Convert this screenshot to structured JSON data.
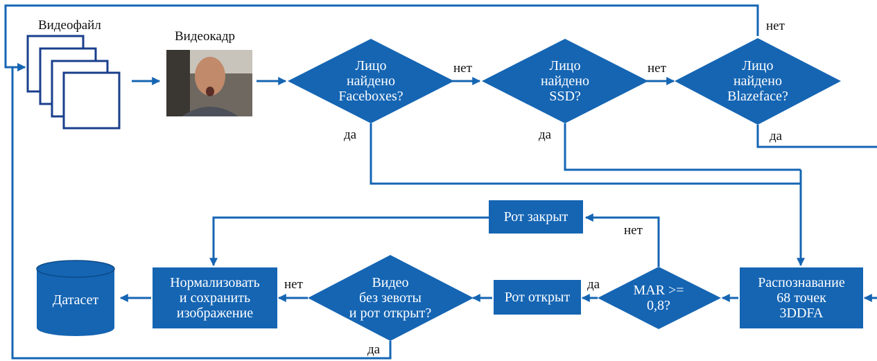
{
  "colors": {
    "accent": "#1565b3",
    "frame": "#1a3f8c",
    "text": "#111111"
  },
  "inputs": {
    "videofile_label": "Видеофайл",
    "videoframe_label": "Видеокадр"
  },
  "decisions": {
    "faceboxes": [
      "Лицо",
      "найдено",
      "Faceboxes?"
    ],
    "ssd": [
      "Лицо",
      "найдено",
      "SSD?"
    ],
    "blazeface": [
      "Лицо",
      "найдено",
      "Blazeface?"
    ],
    "mar": [
      "MAR >=",
      "0,8?"
    ],
    "video_check": [
      "Видео",
      "без зевоты",
      "и рот открыт?"
    ]
  },
  "processes": {
    "landmarks": [
      "Распознавание",
      "68 точек",
      "3DDFA"
    ],
    "mouth_open": "Рот открыт",
    "mouth_closed": "Рот закрыт",
    "normalize": [
      "Нормализовать",
      "и сохранить",
      "изображение"
    ],
    "dataset": "Датасет"
  },
  "edge_labels": {
    "no_faceboxes": "нет",
    "no_ssd": "нет",
    "no_blazeface": "нет",
    "yes_faceboxes": "да",
    "yes_ssd": "да",
    "yes_blazeface": "да",
    "no_mar": "нет",
    "yes_mar": "да",
    "no_video": "нет",
    "yes_video": "да"
  }
}
